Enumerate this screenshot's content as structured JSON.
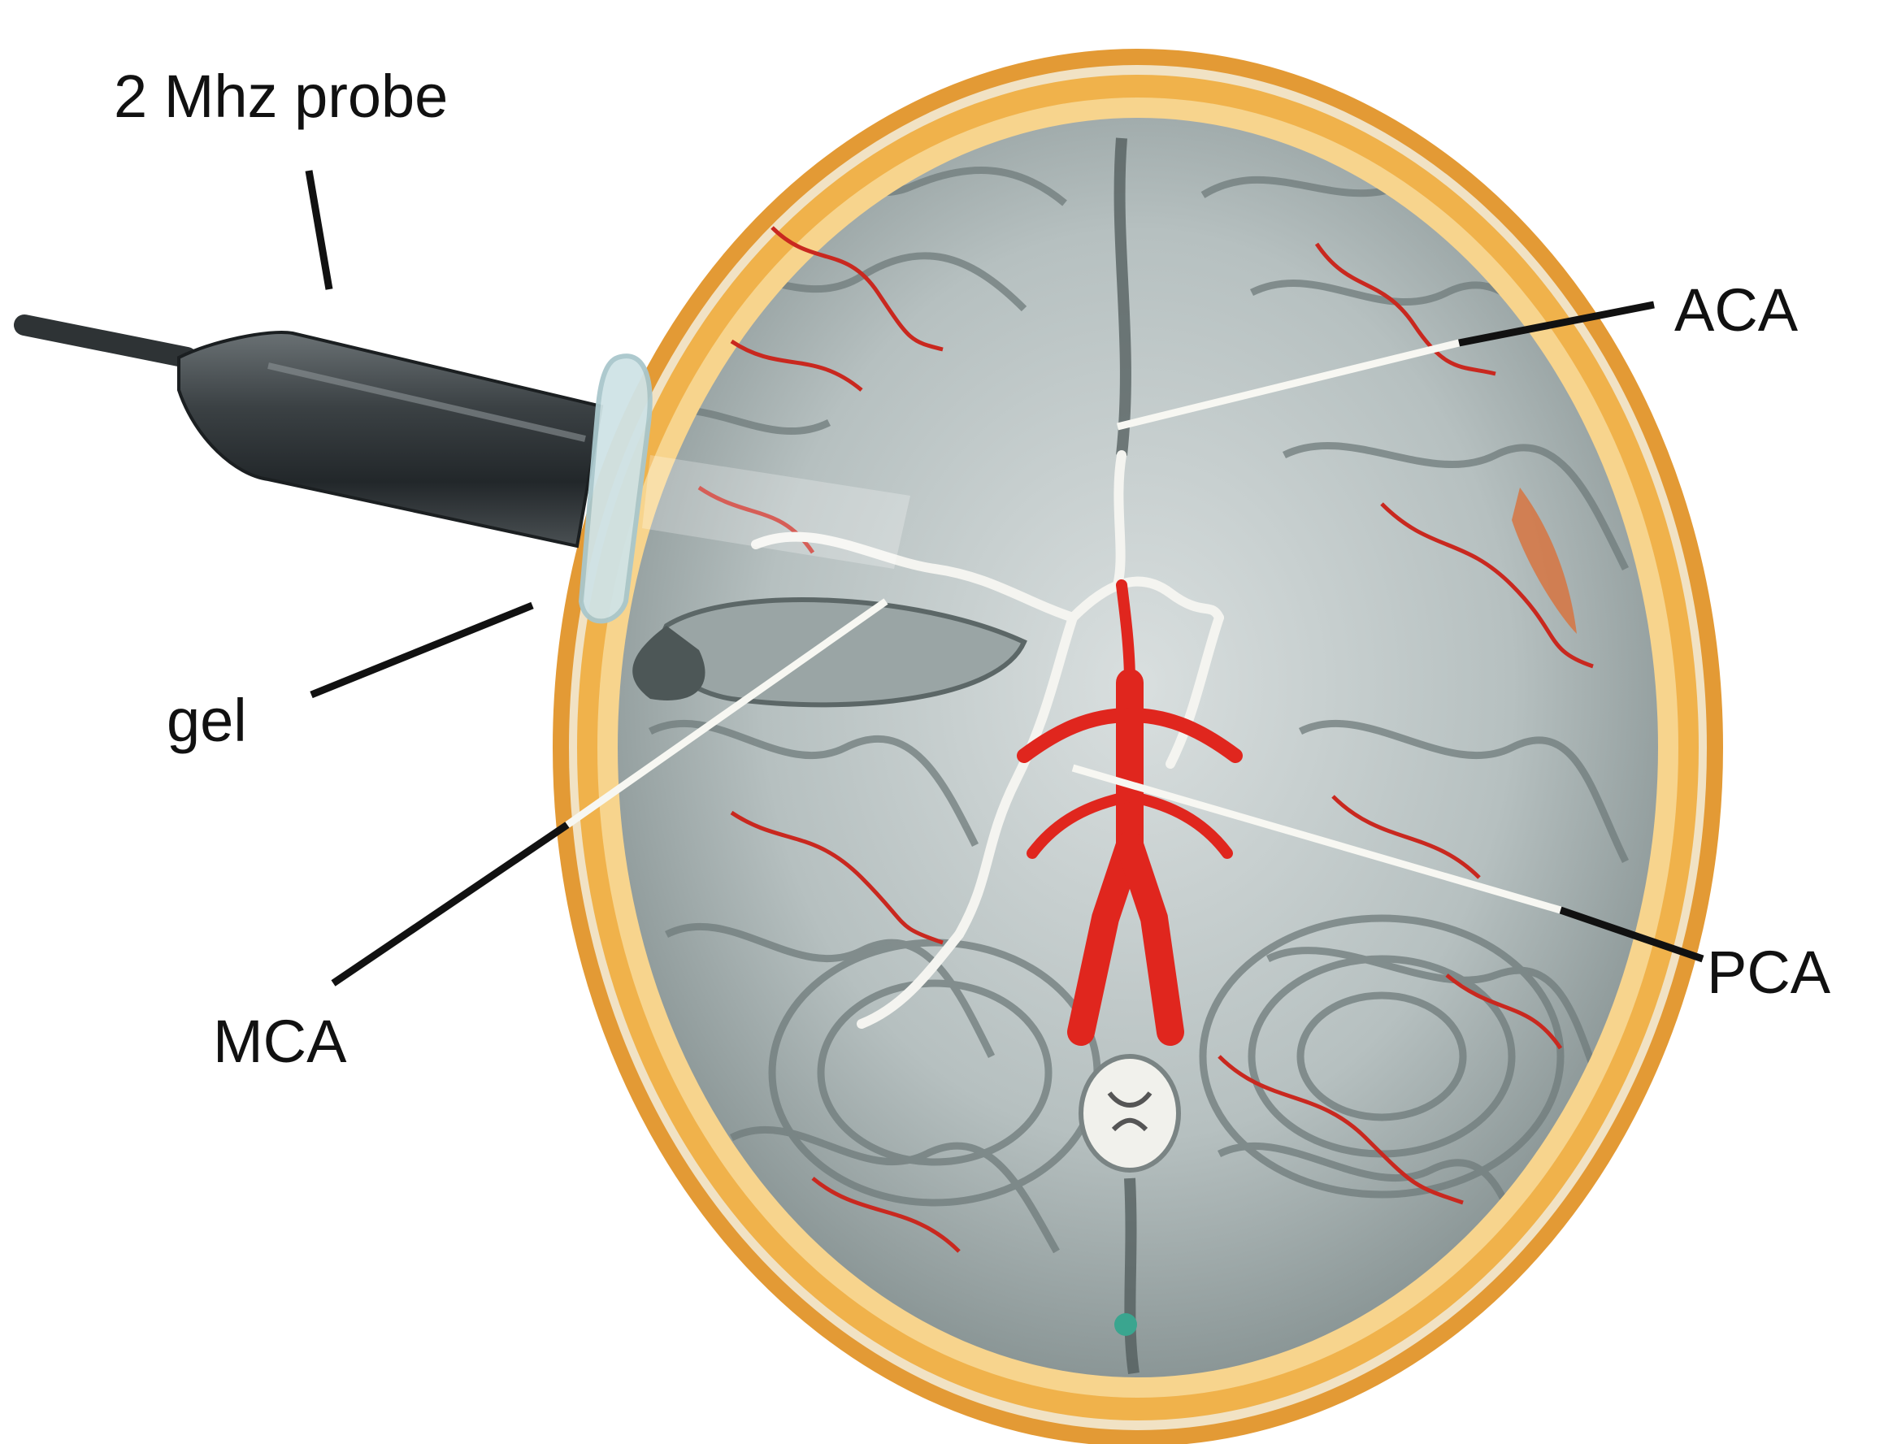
{
  "labels": {
    "probe": "2 Mhz probe",
    "gel": "gel",
    "aca": "ACA",
    "mca": "MCA",
    "pca": "PCA"
  },
  "colors": {
    "background": "#ffffff",
    "skull_outer": "#e8a23a",
    "skull_inner": "#f3c979",
    "brain_tissue": "#bfc8c8",
    "brain_shadow": "#7e8a8a",
    "artery": "#d42a22",
    "vessel_white": "#f4f4f0",
    "probe_body": "#3a3f42",
    "gel": "#cfe3e6",
    "leader_line": "#111111"
  },
  "icons": {
    "probe": "ultrasound-probe-icon",
    "brain": "brain-axial-section-icon"
  }
}
